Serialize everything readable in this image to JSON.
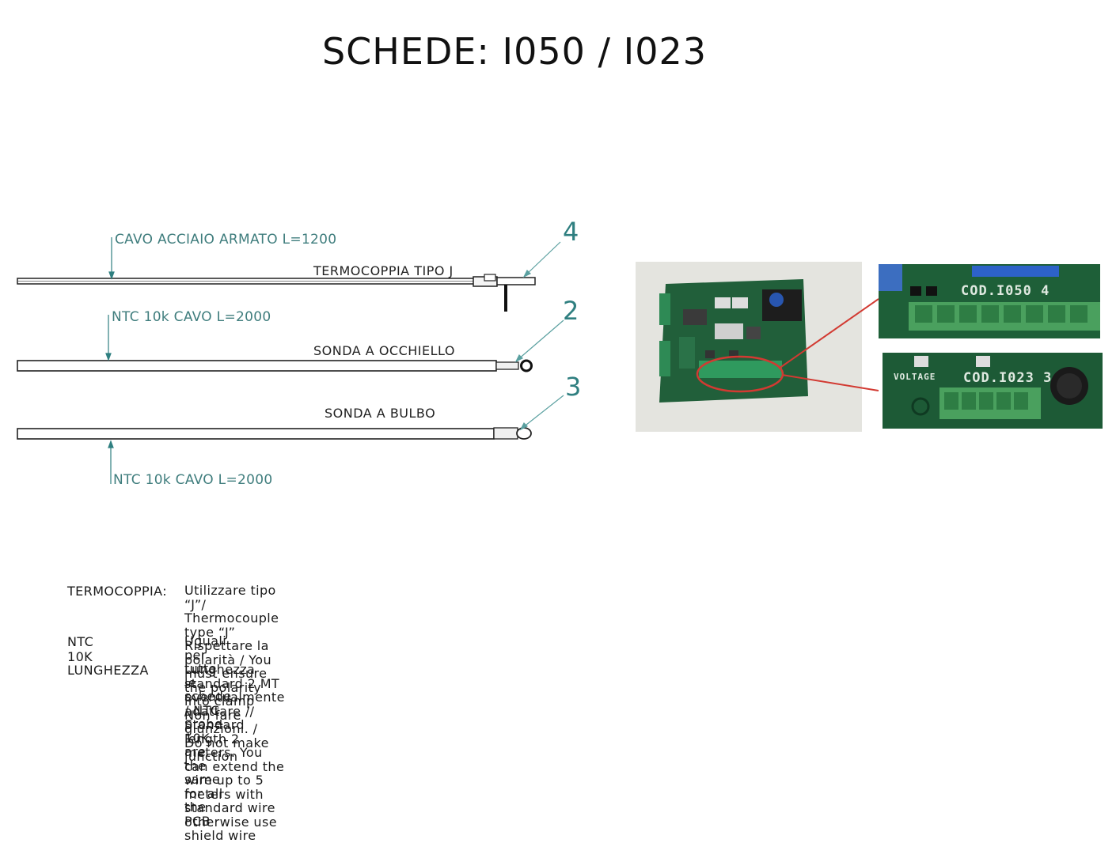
{
  "title": "SCHEDE: I050 / I023",
  "probes": [
    {
      "number": "4",
      "label": "TERMOCOPPIA TIPO J",
      "cable_note": "CAVO ACCIAIO ARMATO L=1200"
    },
    {
      "number": "2",
      "label": "SONDA A OCCHIELLO",
      "cable_note": "NTC 10k CAVO L=2000"
    },
    {
      "number": "3",
      "label": "SONDA A BULBO",
      "cable_note": "NTC 10k CAVO L=2000"
    }
  ],
  "board_zoom": {
    "top_text": "COD.I050 4",
    "bottom_text": "COD.I023 3",
    "voltage_text": "VOLTAGE"
  },
  "notes": [
    {
      "key": "TERMOCOPPIA:",
      "lines": [
        "Utilizzare tipo “J”/ Thermocouple type “J”",
        "Rispettare la polarità / You must ensure the polarity into clamp",
        "Non fare giunzioni. / Do not make junction"
      ]
    },
    {
      "key": "NTC 10K",
      "lines": [
        "Uguali per tutte le schede / NTC probe 10K are the same for all the PCB"
      ]
    },
    {
      "key": "LUNGHEZZA",
      "lines": [
        "Lunghezza standard 2 MT eventualmente adattare // Standard length 2 meters. You can extend the wire up to 5 meters with",
        "standard wire otherwise use shield wire"
      ]
    }
  ],
  "colors": {
    "accent": "#2f7f80",
    "board": "#1d5c36",
    "highlight": "#d23a32"
  }
}
